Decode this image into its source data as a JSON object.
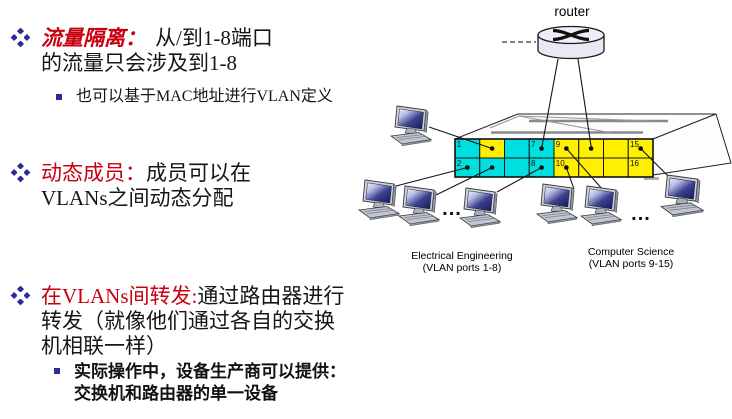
{
  "slide": {
    "background": "#ffffff",
    "accent_red": "#c80010",
    "bullet_marker_color": "#2b2b9b",
    "bullets": [
      {
        "head": "流量隔离：",
        "body_line1": "从/到1-8端口",
        "body_line2": "的流量只会涉及到1-8",
        "sub_line1": "也可以基于MAC地址进行VLAN定义"
      },
      {
        "head": "动态成员：",
        "body_line1": "成员可以在",
        "body_line2": "VLANs之间动态分配"
      },
      {
        "head": "在VLANs间转发:",
        "body_line1": "通过路由器进行",
        "body_line2": "转发（就像他们通过各自的交换",
        "body_line3": "机相联一样）",
        "sub_line1": "实际操作中，设备生产商可以提供：",
        "sub_line2": "交换机和路由器的单一设备"
      }
    ]
  },
  "diagram": {
    "router": {
      "label": "router",
      "icon": "router-cylinder-icon"
    },
    "switch": {
      "icon": "switch-chassis-3d-icon",
      "vlan_colors": {
        "ee": "#00dfdf",
        "cs": "#ffef00"
      },
      "ports": [
        {
          "row": 0,
          "col": 0,
          "label": "1",
          "vlan": "ee",
          "dot": false
        },
        {
          "row": 0,
          "col": 1,
          "label": "",
          "vlan": "cs",
          "dot": true
        },
        {
          "row": 0,
          "col": 2,
          "label": "",
          "vlan": "ee",
          "dot": false
        },
        {
          "row": 0,
          "col": 3,
          "label": "7",
          "vlan": "ee",
          "dot": true
        },
        {
          "row": 0,
          "col": 4,
          "label": "9",
          "vlan": "cs",
          "dot": true
        },
        {
          "row": 0,
          "col": 5,
          "label": "",
          "vlan": "cs",
          "dot": true
        },
        {
          "row": 0,
          "col": 6,
          "label": "",
          "vlan": "cs",
          "dot": false
        },
        {
          "row": 0,
          "col": 7,
          "label": "15",
          "vlan": "cs",
          "dot": true
        },
        {
          "row": 1,
          "col": 0,
          "label": "2",
          "vlan": "ee",
          "dot": true
        },
        {
          "row": 1,
          "col": 1,
          "label": "",
          "vlan": "ee",
          "dot": true
        },
        {
          "row": 1,
          "col": 2,
          "label": "",
          "vlan": "ee",
          "dot": false
        },
        {
          "row": 1,
          "col": 3,
          "label": "8",
          "vlan": "ee",
          "dot": true
        },
        {
          "row": 1,
          "col": 4,
          "label": "10",
          "vlan": "cs",
          "dot": true
        },
        {
          "row": 1,
          "col": 5,
          "label": "",
          "vlan": "cs",
          "dot": false
        },
        {
          "row": 1,
          "col": 6,
          "label": "",
          "vlan": "cs",
          "dot": false
        },
        {
          "row": 1,
          "col": 7,
          "label": "16",
          "vlan": "cs",
          "dot": false
        }
      ]
    },
    "groups": [
      {
        "name": "Electrical Engineering",
        "ports_label": "(VLAN ports 1-8)"
      },
      {
        "name": "Computer Science",
        "ports_label": "(VLAN ports 9-15)"
      }
    ],
    "ellipsis": "..."
  }
}
